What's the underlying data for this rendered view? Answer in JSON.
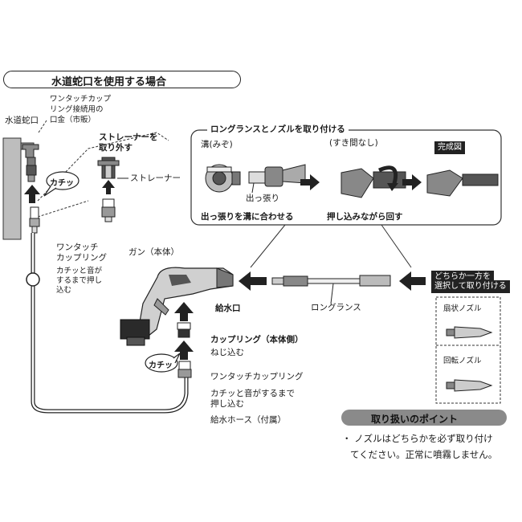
{
  "header": {
    "title": "水道蛇口を使用する場合"
  },
  "faucet_section": {
    "faucet_label": "水道蛇口",
    "adapter_label_line1": "ワンタッチカップ",
    "adapter_label_line2": "リング接続用の",
    "adapter_label_line3": "口金（市販）",
    "strainer_title_line1": "ストレーナーを",
    "strainer_title_line2": "取り外す",
    "strainer_label": "ストレーナー",
    "click_label": "カチッ",
    "coupling_label_line1": "ワンタッチ",
    "coupling_label_line2": "カップリング",
    "push_note_line1": "カチッと音が",
    "push_note_line2": "するまで押し",
    "push_note_line3": "込む"
  },
  "lance_section": {
    "title": "ロングランスとノズルを取り付ける",
    "groove_label": "溝(みぞ)",
    "protrusion_label": "出っ張り",
    "align_caption": "出っ張りを溝に合わせる",
    "no_gap_label": "(すき間なし)",
    "push_rotate_caption": "押し込みながら回す",
    "complete_label": "完成図"
  },
  "gun_section": {
    "gun_label": "ガン（本体）",
    "inlet_label": "給水口",
    "coupling_body_label": "カップリング（本体側）",
    "screw_in_label": "ねじ込む",
    "click_label": "カチッ",
    "onetouch_label": "ワンタッチカップリング",
    "push_note_line1": "カチッと音がするまで",
    "push_note_line2": "押し込む",
    "hose_label": "給水ホース（付属）",
    "lance_label": "ロングランス"
  },
  "nozzle_section": {
    "select_line1": "どちらか一方を",
    "select_line2": "選択して取り付ける",
    "fan_nozzle_label": "扇状ノズル",
    "rotary_nozzle_label": "回転ノズル"
  },
  "points": {
    "title": "取り扱いのポイント",
    "line1": "・ ノズルはどちらかを必ず取り付け",
    "line2": "てください。正常に噴霧しません。"
  }
}
